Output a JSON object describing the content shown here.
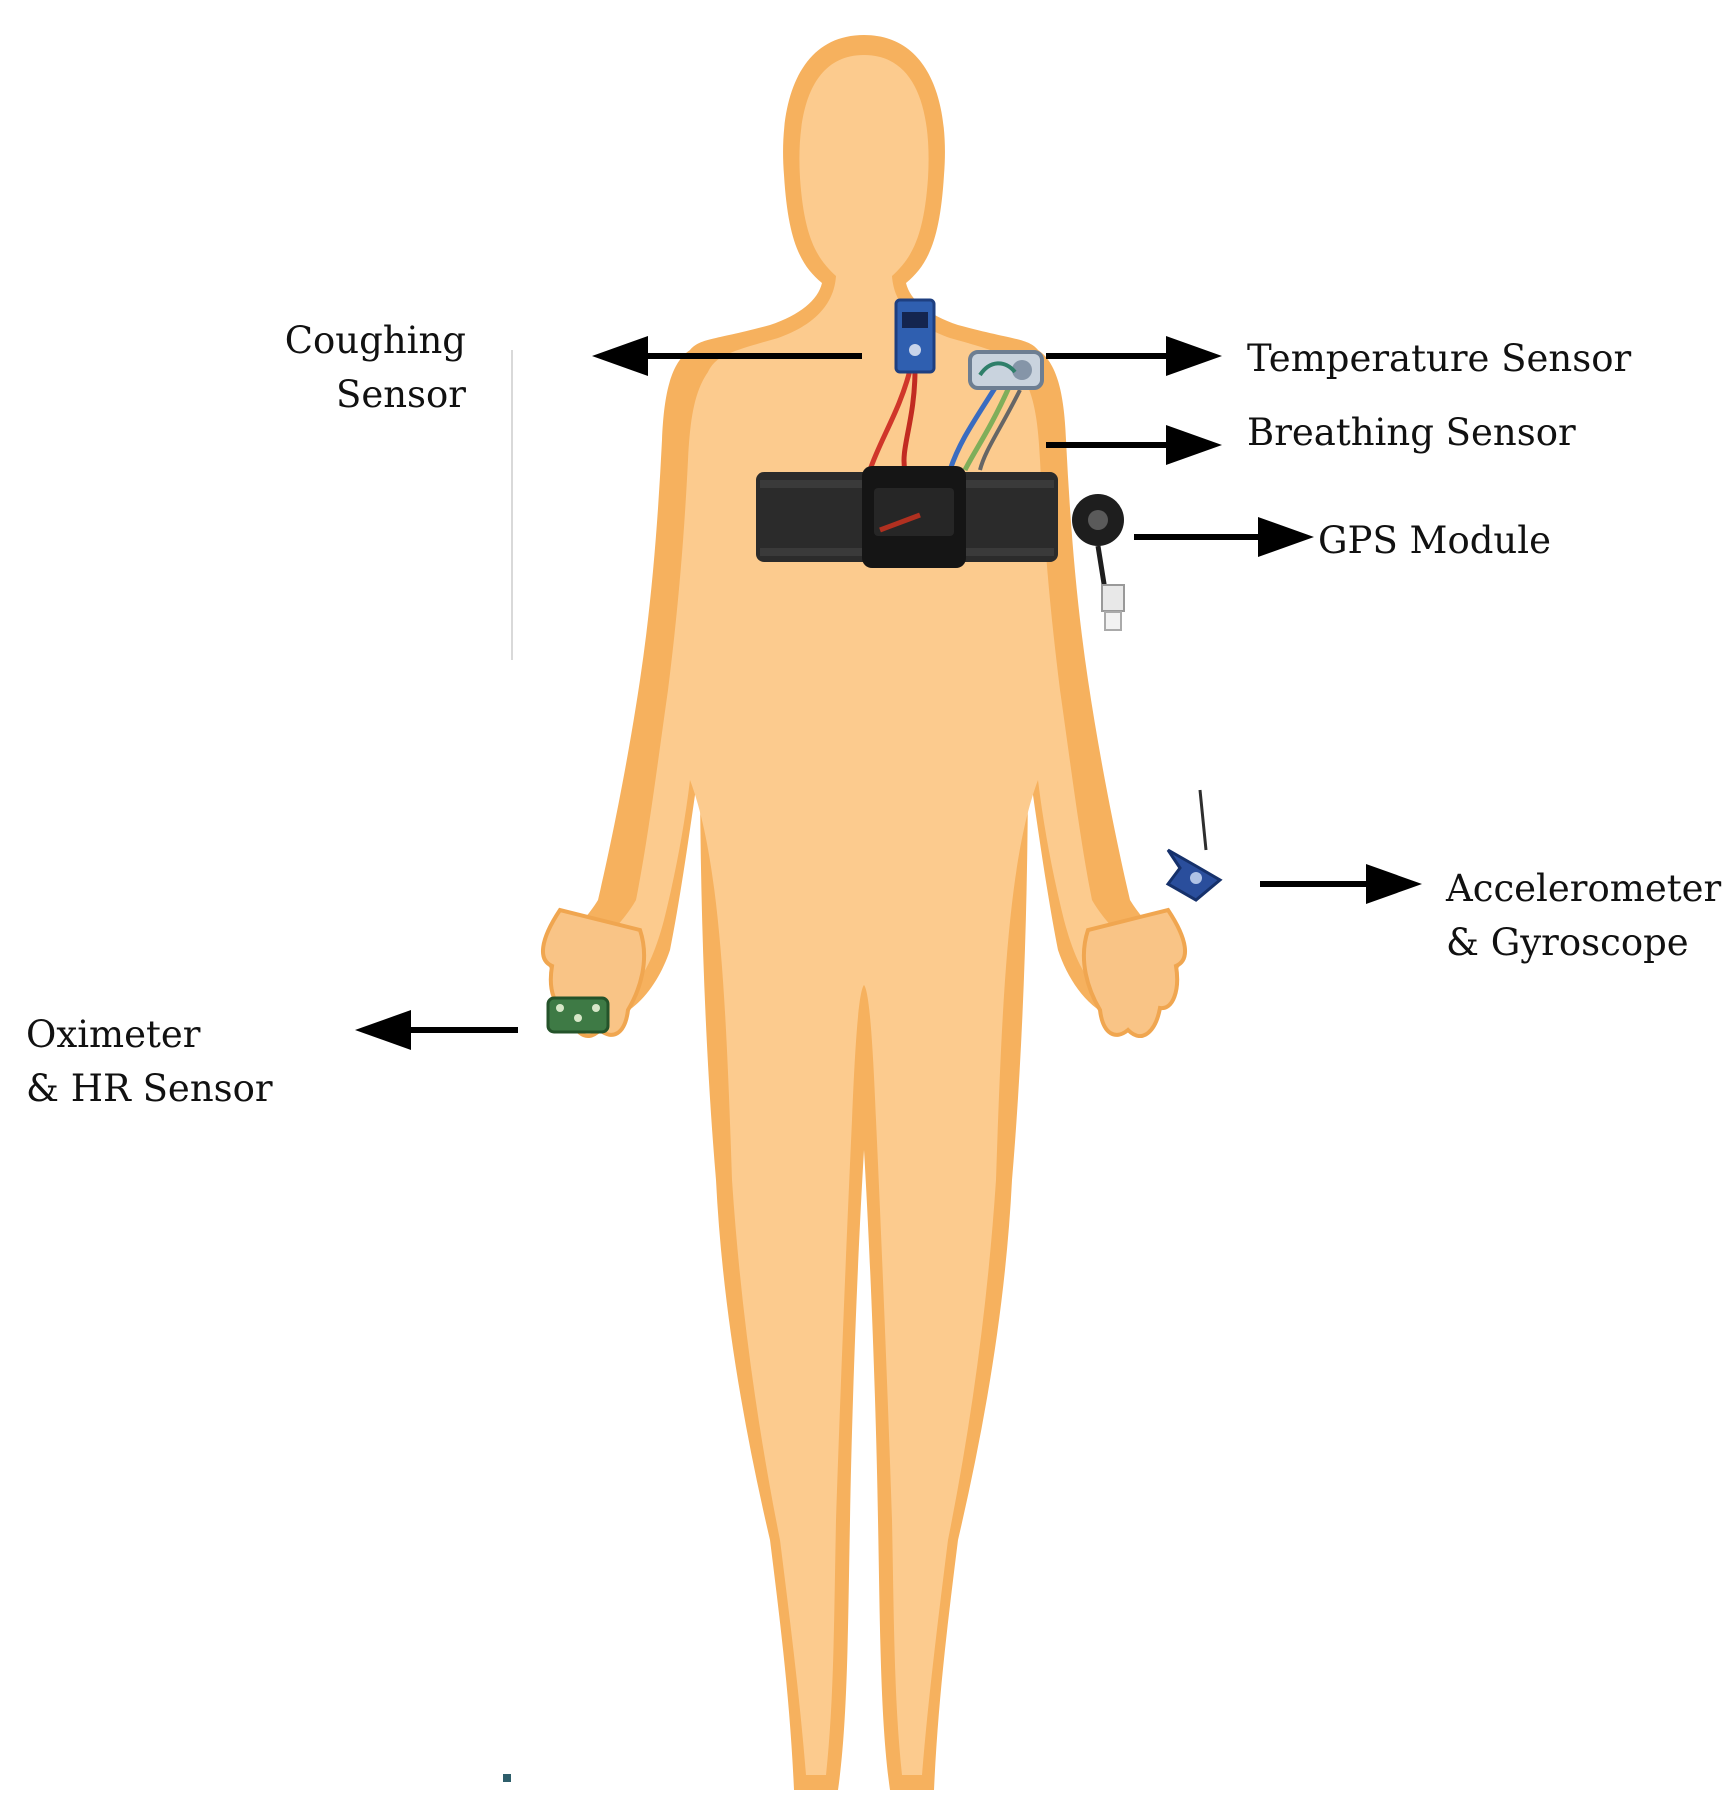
{
  "labels": {
    "coughing": [
      "Coughing",
      "Sensor"
    ],
    "temperature": "Temperature Sensor",
    "breathing": "Breathing Sensor",
    "gps": "GPS Module",
    "accel": [
      "Accelerometer",
      "& Gyroscope"
    ],
    "oximeter": [
      "Oximeter",
      "& HR Sensor"
    ]
  },
  "colors": {
    "body_outline": "#F6B15E",
    "body_fill": "#FCCB8E",
    "hand_fill": "#F9C486",
    "belt": "#2B2B2B",
    "belt_module": "#151515",
    "arrow": "#000000",
    "cough_sensor_board": "#2F5FB0",
    "gps_module": "#1E1E1E",
    "imu_board": "#2A4E9C",
    "oximeter_board": "#3E7A45",
    "wire_red": "#D0362A",
    "wire_blue": "#3A6CC0",
    "wire_green": "#7FAE5A"
  },
  "icons": [
    "cough-sensor-board-icon",
    "temperature-sensor-icon",
    "chest-belt-icon",
    "gps-module-icon",
    "imu-board-icon",
    "oximeter-board-icon"
  ]
}
